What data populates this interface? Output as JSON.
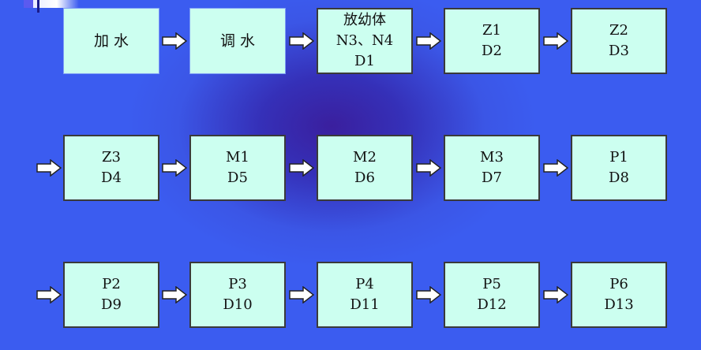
{
  "rows": [
    [
      {
        "lines": [
          "加  水"
        ],
        "style": "light"
      },
      {
        "lines": [
          "调  水"
        ],
        "style": "light"
      },
      {
        "lines": [
          "放幼体",
          "N3、N4",
          "D1"
        ],
        "style": "normal"
      },
      {
        "lines": [
          "Z1",
          "D2"
        ],
        "style": "normal"
      },
      {
        "lines": [
          "Z2",
          "D3"
        ],
        "style": "normal"
      }
    ],
    [
      {
        "lines": [
          "Z3",
          "D4"
        ],
        "style": "normal"
      },
      {
        "lines": [
          "M1",
          "D5"
        ],
        "style": "normal"
      },
      {
        "lines": [
          "M2",
          "D6"
        ],
        "style": "normal"
      },
      {
        "lines": [
          "M3",
          "D7"
        ],
        "style": "normal"
      },
      {
        "lines": [
          "P1",
          "D8"
        ],
        "style": "normal"
      }
    ],
    [
      {
        "lines": [
          "P2",
          "D9"
        ],
        "style": "normal"
      },
      {
        "lines": [
          "P3",
          "D10"
        ],
        "style": "normal"
      },
      {
        "lines": [
          "P4",
          "D11"
        ],
        "style": "normal"
      },
      {
        "lines": [
          "P5",
          "D12"
        ],
        "style": "normal"
      },
      {
        "lines": [
          "P6",
          "D13"
        ],
        "style": "normal"
      }
    ]
  ],
  "colors": {
    "box_fill": "#ccfff0",
    "box_border": "#3a3a3a",
    "arrow_fill": "#ffffff",
    "arrow_stroke": "#222222",
    "background": "#3b5cf0"
  },
  "icons": {
    "arrow": "right-arrow-icon"
  }
}
